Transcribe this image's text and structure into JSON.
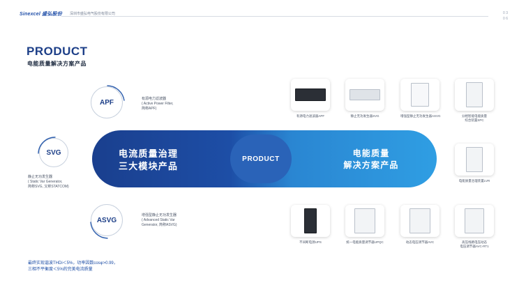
{
  "header": {
    "logo": "Sinexcel 盛弘股份",
    "company": "深圳市盛弘电气股份有限公司",
    "page_num_top": "0 3",
    "page_num_bottom": "0 6"
  },
  "title": "PRODUCT",
  "subtitle": "电能质量解决方案产品",
  "modules": [
    {
      "badge": "APF",
      "label_line1": "有源电力滤波器",
      "label_line2": "( Active Power Filter,",
      "label_line3": "简称APF)"
    },
    {
      "badge": "SVG",
      "label_line1": "静止无功发生器",
      "label_line2": "( Static Var Generator,",
      "label_line3": "简称SVG, 又称STATCOM)"
    },
    {
      "badge": "ASVG",
      "label_line1": "增强型静止无功发生器",
      "label_line2": "( Advanced Static Var",
      "label_line3": "Generator, 简称ASVG)"
    }
  ],
  "banner": {
    "left_line1": "电流质量治理",
    "left_line2": "三大模块产品",
    "center": "PRODUCT",
    "right_line1": "电能质量",
    "right_line2": "解决方案产品"
  },
  "products_top": [
    {
      "caption": "有源电力滤波器APF",
      "icon": "rack-unit-icon"
    },
    {
      "caption": "静止无功发生器SVG",
      "icon": "rack-unit-icon"
    },
    {
      "caption": "增强型静止无功发生器ASVG",
      "icon": "wall-cabinet-icon"
    },
    {
      "caption": "分相智能电能质量",
      "caption2": "综合装置SPC",
      "icon": "cabinet-icon"
    }
  ],
  "product_right": {
    "caption": "电能质量治理装置LVR",
    "icon": "cabinet-icon"
  },
  "products_bottom": [
    {
      "caption": "不间断电源UPS",
      "icon": "tower-ups-icon"
    },
    {
      "caption": "统一电能质量调节器UPQC",
      "icon": "cabinet-icon"
    },
    {
      "caption": "动态电压调节器AVC",
      "icon": "cabinet-icon"
    },
    {
      "caption": "高压线路电压动态",
      "caption2": "电压调节器AVC-RT1",
      "icon": "cabinet-icon"
    }
  ],
  "footer": {
    "line1": "最终实现谐波THDi＜5%，功率因数cosφ>0.99，",
    "line2": "三相不平衡度＜5%的完美电流质量"
  },
  "colors": {
    "brand": "#1d3f88",
    "banner_left": "#1a3f8e",
    "banner_right": "#2f9ee3"
  }
}
